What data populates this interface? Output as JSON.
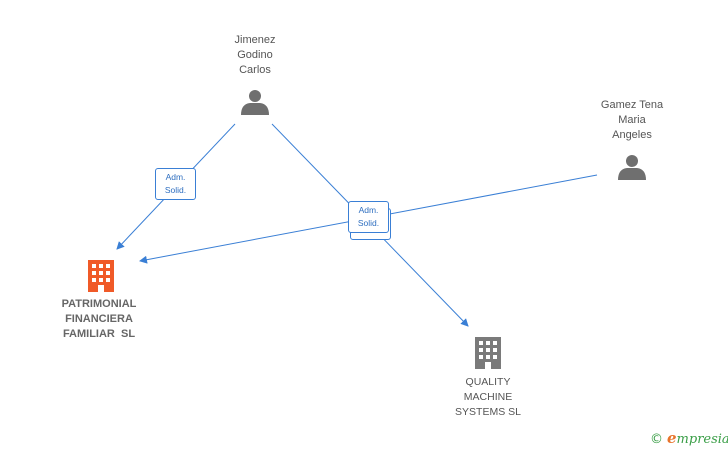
{
  "persons": [
    {
      "id": "jimenez",
      "lines": [
        "Jimenez",
        "Godino",
        "Carlos"
      ]
    },
    {
      "id": "gamez",
      "lines": [
        "Gamez Tena",
        "Maria",
        "Angeles"
      ]
    }
  ],
  "companies": [
    {
      "id": "patrimonial",
      "lines": [
        "PATRIMONIAL",
        "FINANCIERA",
        "FAMILIAR  SL"
      ],
      "color": "#f05a28"
    },
    {
      "id": "quality",
      "lines": [
        "QUALITY",
        "MACHINE",
        "SYSTEMS SL"
      ],
      "color": "#7a7a7a"
    }
  ],
  "relations": [
    {
      "from": "Jimenez Godino Carlos",
      "to": "PATRIMONIAL FINANCIERA FAMILIAR  SL",
      "role": [
        "Adm.",
        "Solid."
      ]
    },
    {
      "from": "Jimenez Godino Carlos",
      "to": "QUALITY MACHINE SYSTEMS SL",
      "role": [
        "Adm.",
        "Solid."
      ]
    },
    {
      "from": "Gamez Tena Maria Angeles",
      "to": "PATRIMONIAL FINANCIERA FAMILIAR  SL",
      "role": [
        "Adm.",
        "Solid."
      ]
    }
  ],
  "brand": {
    "copyright": "©",
    "initial": "e",
    "rest": "mpresia"
  },
  "colors": {
    "edge": "#3a7fd5",
    "person_icon": "#6f6f6f",
    "accent_company": "#f05a28",
    "other_company": "#7a7a7a"
  }
}
